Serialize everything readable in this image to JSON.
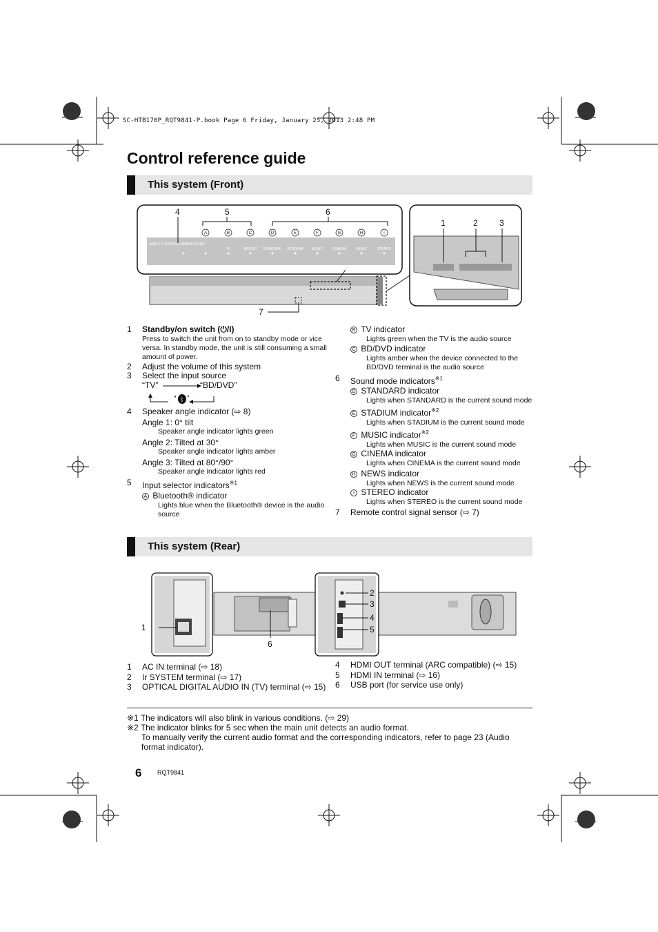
{
  "header": {
    "book_line": "SC-HTB170P_RQT9841-P.book  Page 6  Friday, January 25, 2013  2:48 PM"
  },
  "title": "Control reference guide",
  "front_section": {
    "heading": "This system (Front)",
    "diagram": {
      "callouts": [
        "4",
        "5",
        "6",
        "1",
        "2",
        "3",
        "7"
      ],
      "circle_letters": [
        "A",
        "B",
        "C",
        "D",
        "E",
        "F",
        "G",
        "H",
        "I"
      ],
      "panel_labels": [
        "ANGLE\n1-GREEN  2-AMBER  3-RED",
        "TV",
        "BD/DVD",
        "STANDARD",
        "STADIUM",
        "MUSIC",
        "CINEMA",
        "NEWS",
        "STEREO"
      ]
    },
    "left_items": {
      "i1_num": "1",
      "i1_title": "Standby/on switch (⏻/I)",
      "i1_desc": "Press to switch the unit from on to standby mode or vice versa. In standby mode, the unit is still consuming a small amount of power.",
      "i2_num": "2",
      "i2_text": "Adjust the volume of this system",
      "i3_num": "3",
      "i3_text": "Select the input source",
      "i3_flow_left": "“TV”",
      "i3_flow_right": "“BD/DVD”",
      "i4_num": "4",
      "i4_text": "Speaker angle indicator (⇨ 8)",
      "a1": "Angle 1: 0° tilt",
      "a1_desc": "Speaker angle indicator lights green",
      "a2": "Angle 2: Tilted at 30°",
      "a2_desc": "Speaker angle indicator lights amber",
      "a3": "Angle 3: Tilted at 80°/90°",
      "a3_desc": "Speaker angle indicator lights red",
      "i5_num": "5",
      "i5_text": "Input selector indicators",
      "note1_mark": "※1",
      "bt_letter": "A",
      "bt_title": "Bluetooth® indicator",
      "bt_desc": "Lights blue when the Bluetooth® device is the audio source"
    },
    "right_items": {
      "tv_letter": "B",
      "tv_title": "TV indicator",
      "tv_desc": "Lights green when the TV is the audio source",
      "bd_letter": "C",
      "bd_title": "BD/DVD indicator",
      "bd_desc": "Lights amber when the device connected to the BD/DVD terminal is the audio source",
      "i6_num": "6",
      "i6_text": "Sound mode indicators",
      "note1_mark": "※1",
      "note2_mark": "※2",
      "std_letter": "D",
      "std_title": "STANDARD indicator",
      "std_desc": "Lights when STANDARD is the current sound mode",
      "sta_letter": "E",
      "sta_title": "STADIUM indicator",
      "sta_desc": "Lights when STADIUM is the current sound mode",
      "mus_letter": "F",
      "mus_title": "MUSIC indicator",
      "mus_desc": "Lights when MUSIC is the current sound mode",
      "cin_letter": "G",
      "cin_title": "CINEMA indicator",
      "cin_desc": "Lights when CINEMA is the current sound mode",
      "news_letter": "H",
      "news_title": "NEWS indicator",
      "news_desc": "Lights when NEWS is the current sound mode",
      "ste_letter": "I",
      "ste_title": "STEREO indicator",
      "ste_desc": "Lights when STEREO is the current sound mode",
      "i7_num": "7",
      "i7_text": "Remote control signal sensor (⇨ 7)"
    }
  },
  "rear_section": {
    "heading": "This system (Rear)",
    "diagram": {
      "callouts": [
        "1",
        "6",
        "2",
        "3",
        "4",
        "5"
      ]
    },
    "left_items": [
      {
        "num": "1",
        "text": "AC IN terminal (⇨ 18)"
      },
      {
        "num": "2",
        "text": "Ir SYSTEM terminal (⇨ 17)"
      },
      {
        "num": "3",
        "text": "OPTICAL DIGITAL AUDIO IN (TV) terminal (⇨ 15)"
      }
    ],
    "right_items": [
      {
        "num": "4",
        "text": "HDMI OUT terminal (ARC compatible) (⇨ 15)"
      },
      {
        "num": "5",
        "text": "HDMI IN terminal (⇨ 16)"
      },
      {
        "num": "6",
        "text": "USB port (for service use only)"
      }
    ]
  },
  "footnotes": {
    "n1": "※1 The indicators will also blink in various conditions. (⇨ 29)",
    "n2": "※2 The indicator blinks for 5 sec when the main unit detects an audio format.",
    "n2_cont": "To manually verify the current audio format and the corresponding indicators, refer to page 23 (Audio format indicator)."
  },
  "page": {
    "number": "6",
    "code": "RQT9841"
  }
}
